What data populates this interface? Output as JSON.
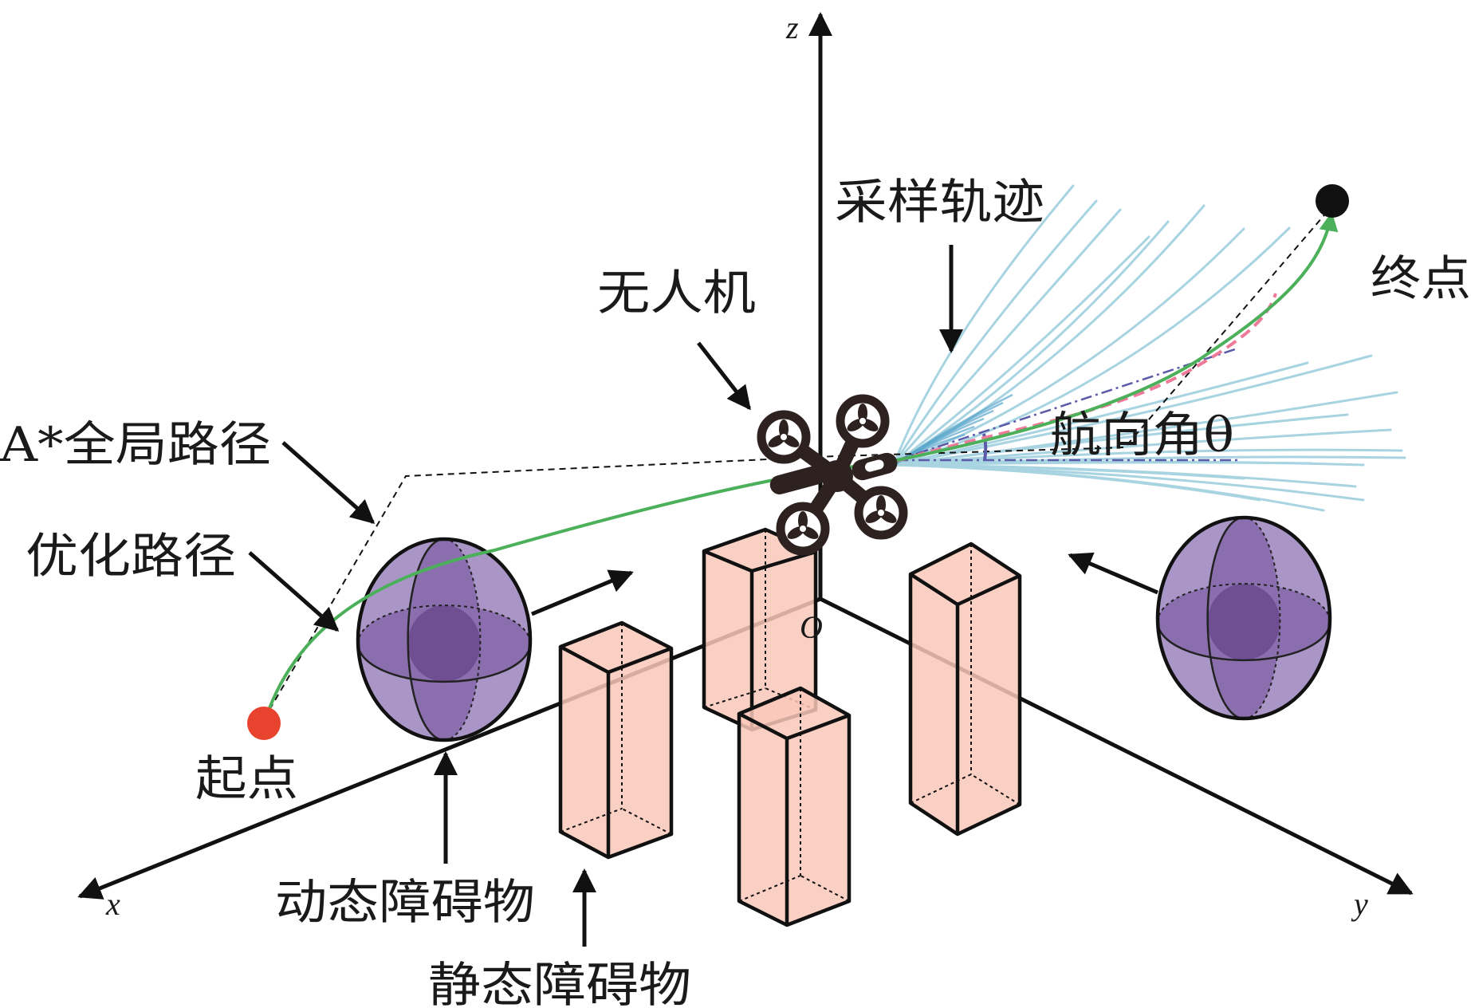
{
  "figure": {
    "description": "UAV local path planning schematic in 3D space",
    "colors": {
      "axis": "#111111",
      "start_point": "#E8432F",
      "end_point": "#111111",
      "optimized_path": "#4CAF5A",
      "global_path": "#111111",
      "sampled_trajectory": "#A8D4E2",
      "sampled_trajectory_dense": "#5AA6CC",
      "selected_trajectory": "#EE7A9A",
      "heading_line": "#5A5AA8",
      "static_obstacle_fill": "#F9C8BA",
      "dynamic_obstacle_light": "#A996C6",
      "dynamic_obstacle_mid": "#8B6EAE",
      "dynamic_obstacle_dark": "#6F4E92",
      "drone": "#2E2220"
    }
  },
  "axes": {
    "x": "x",
    "y": "y",
    "z": "z",
    "origin": "O"
  },
  "labels": {
    "global_path": "A*全局路径",
    "optimized_path": "优化路径",
    "drone": "无人机",
    "sampled_trajectories": "采样轨迹",
    "end_point": "终点",
    "start_point": "起点",
    "heading_angle": "航向角θ",
    "dynamic_obstacle": "动态障碍物",
    "static_obstacle": "静态障碍物"
  },
  "counts": {
    "static_obstacles": 4,
    "dynamic_obstacles": 2,
    "drone_rotors": 4
  }
}
